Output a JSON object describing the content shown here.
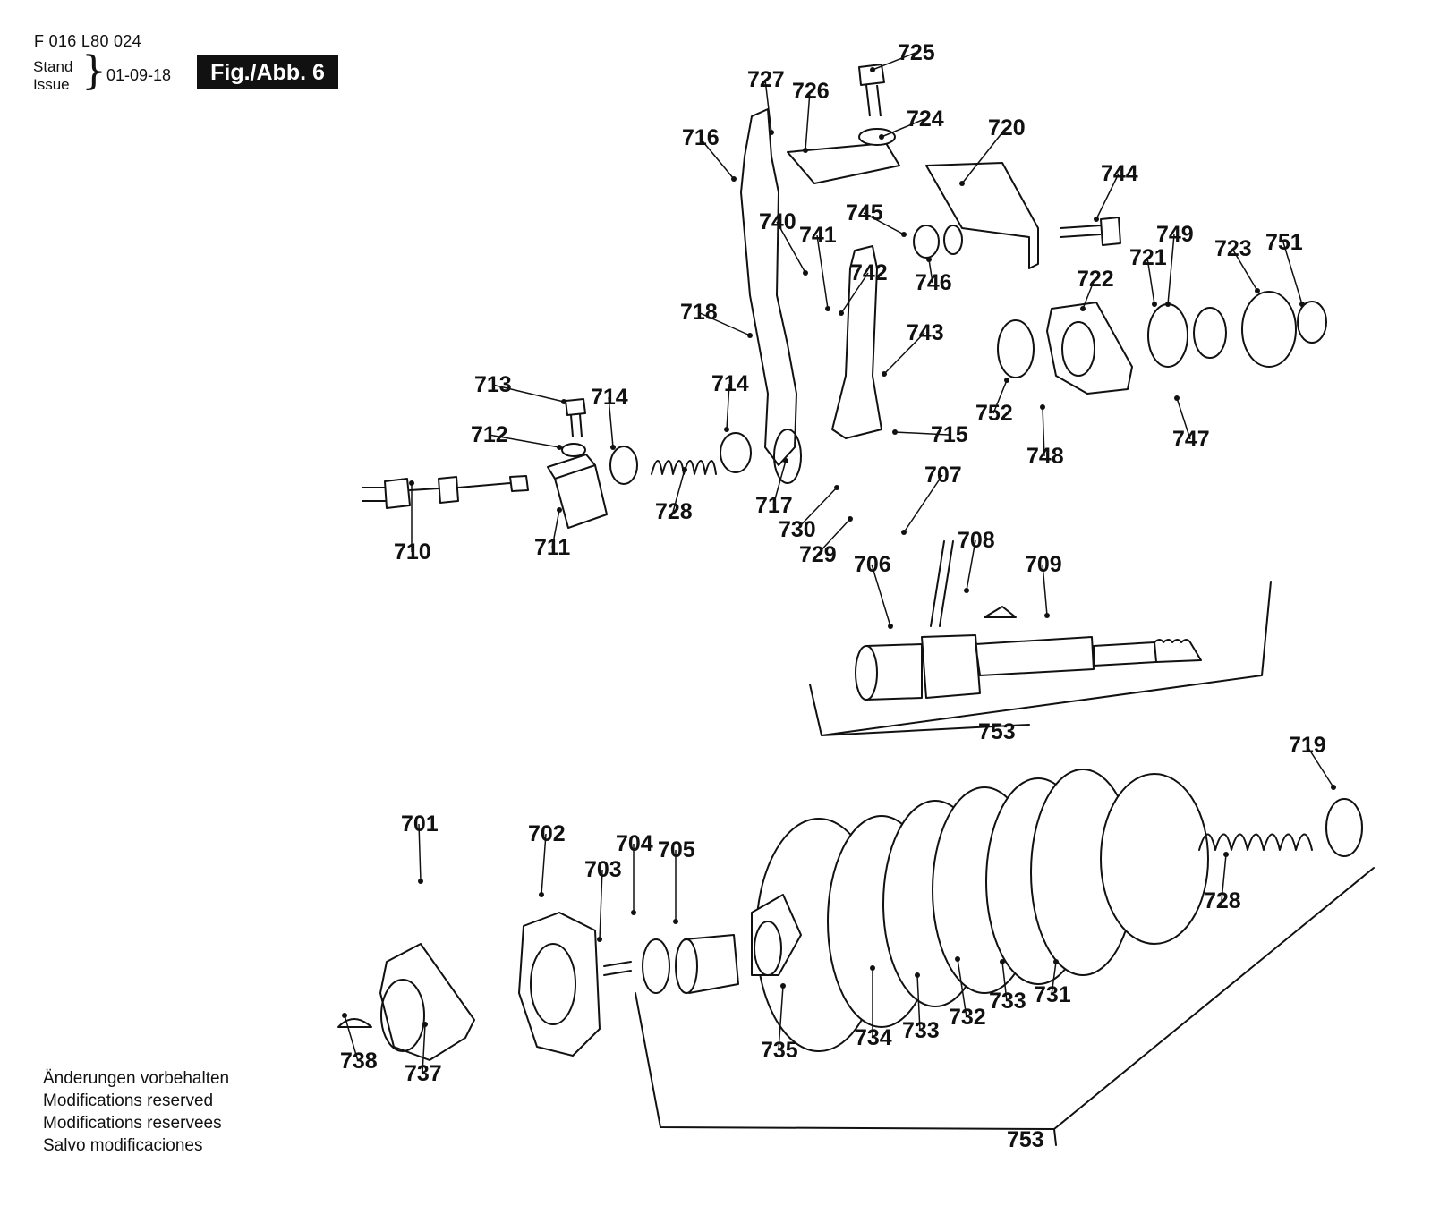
{
  "header": {
    "doc_number": "F 016 L80 024",
    "stand_label": "Stand",
    "issue_label": "Issue",
    "brace": "}",
    "date": "01-09-18",
    "figure_label": "Fig./Abb. 6"
  },
  "notes": [
    "Änderungen vorbehalten",
    "Modifications reserved",
    "Modifications reservees",
    "Salvo modificaciones"
  ],
  "part_labels": [
    "725",
    "727",
    "726",
    "724",
    "720",
    "716",
    "744",
    "740",
    "745",
    "741",
    "746",
    "742",
    "749",
    "721",
    "723",
    "751",
    "722",
    "718",
    "743",
    "752",
    "713",
    "714",
    "714",
    "715",
    "712",
    "748",
    "747",
    "707",
    "728",
    "717",
    "730",
    "708",
    "709",
    "706",
    "729",
    "711",
    "710",
    "753",
    "719",
    "701",
    "702",
    "704",
    "705",
    "703",
    "728",
    "731",
    "733",
    "732",
    "734",
    "733",
    "735",
    "738",
    "737",
    "753"
  ]
}
